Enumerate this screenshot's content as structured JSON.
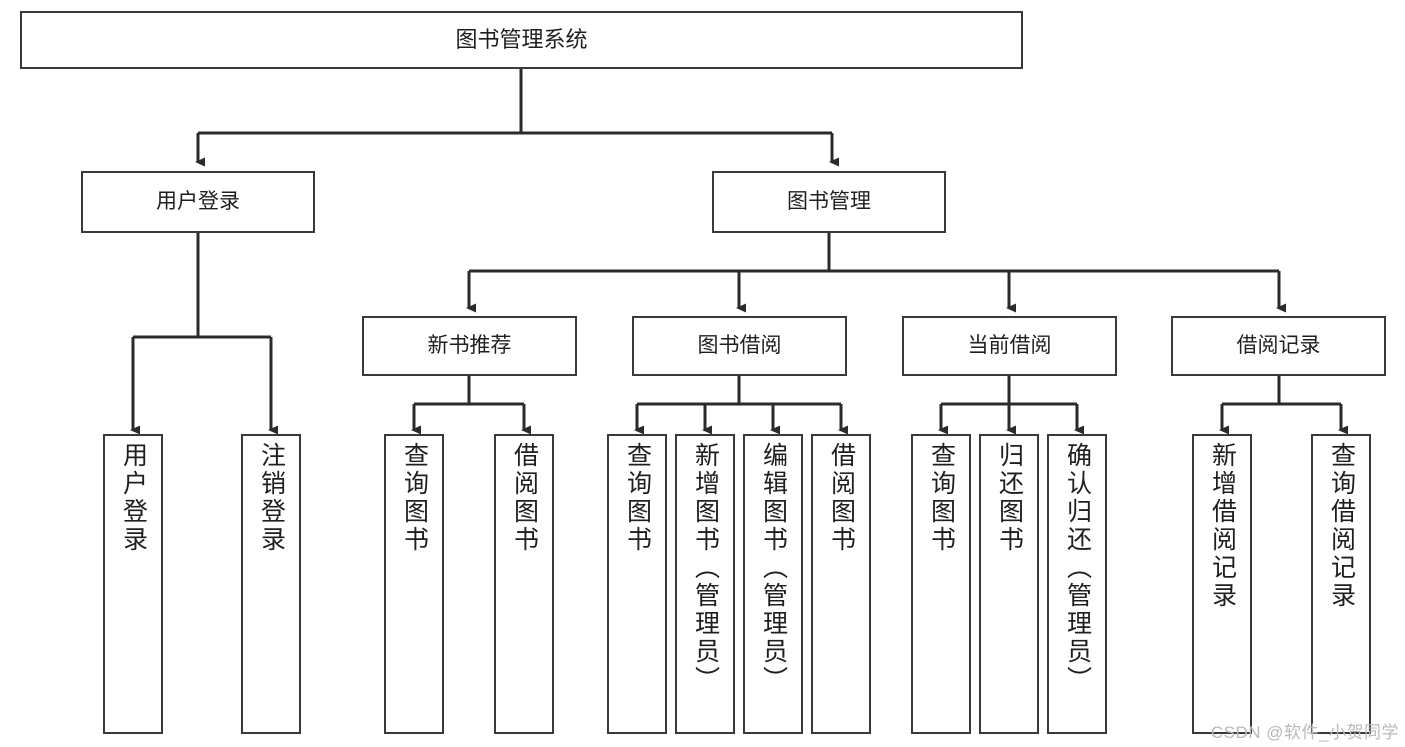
{
  "diagram": {
    "title": "图书管理系统",
    "type": "hierarchy-tree",
    "root": {
      "label": "图书管理系统"
    },
    "level2": [
      {
        "label": "用户登录"
      },
      {
        "label": "图书管理"
      }
    ],
    "level3": [
      {
        "label": "新书推荐"
      },
      {
        "label": "图书借阅"
      },
      {
        "label": "当前借阅"
      },
      {
        "label": "借阅记录"
      }
    ],
    "leaves": {
      "user_login": [
        {
          "label": "用户登录"
        },
        {
          "label": "注销登录"
        }
      ],
      "new_book_recommend": [
        {
          "label": "查询图书"
        },
        {
          "label": "借阅图书"
        }
      ],
      "book_borrow": [
        {
          "label": "查询图书"
        },
        {
          "label": "新增图书（管理员）"
        },
        {
          "label": "编辑图书（管理员）"
        },
        {
          "label": "借阅图书"
        }
      ],
      "current_borrow": [
        {
          "label": "查询图书"
        },
        {
          "label": "归还图书"
        },
        {
          "label": "确认归还（管理员）"
        }
      ],
      "borrow_records": [
        {
          "label": "新增借阅记录"
        },
        {
          "label": "查询借阅记录"
        }
      ]
    }
  },
  "watermark": {
    "text": "CSDN @软件_小贺同学"
  },
  "colors": {
    "box_border": "#3a3a3a",
    "line": "#2b2b2b",
    "text": "#1f1f1f",
    "background": "#ffffff",
    "watermark": "#b9b9b9"
  }
}
